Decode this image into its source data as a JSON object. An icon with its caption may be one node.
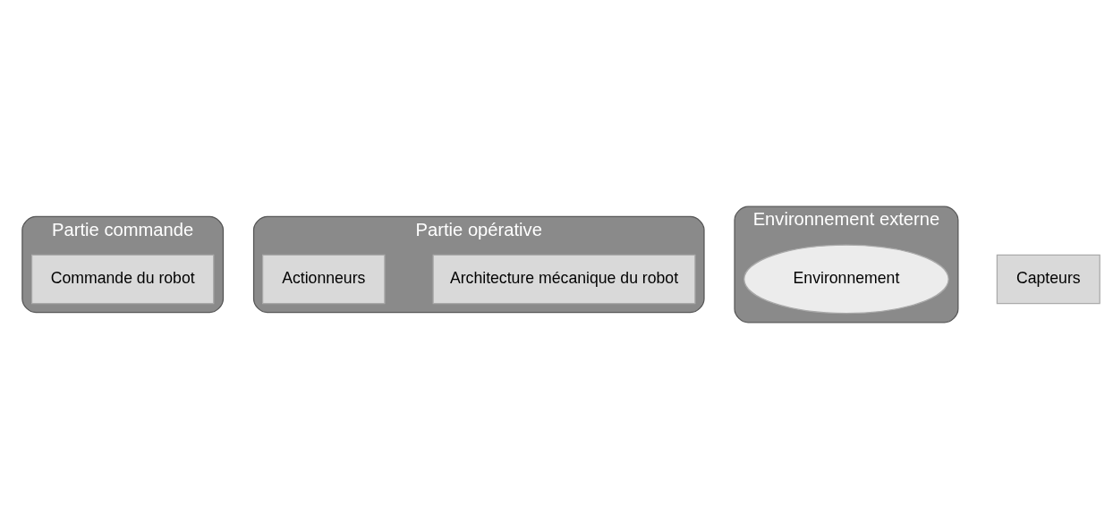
{
  "diagram": {
    "nodes": [
      {
        "text": [
          "Partie commande"
        ]
      },
      {
        "text": [
          "Partie opérative"
        ]
      },
      {
        "text": [
          "Environnement externe"
        ]
      },
      {
        "text": [
          "Commande du robot"
        ],
        "in": 0
      },
      {
        "text": [
          "Architecture mécanique du robot"
        ],
        "in": 1
      },
      {
        "text": [
          "Capteurs"
        ]
      },
      {
        "text": [
          "Actionneurs"
        ],
        "in": 1
      },
      {
        "text": [
          "Environnement"
        ],
        "in": 2
      }
    ],
    "edges": []
  }
}
